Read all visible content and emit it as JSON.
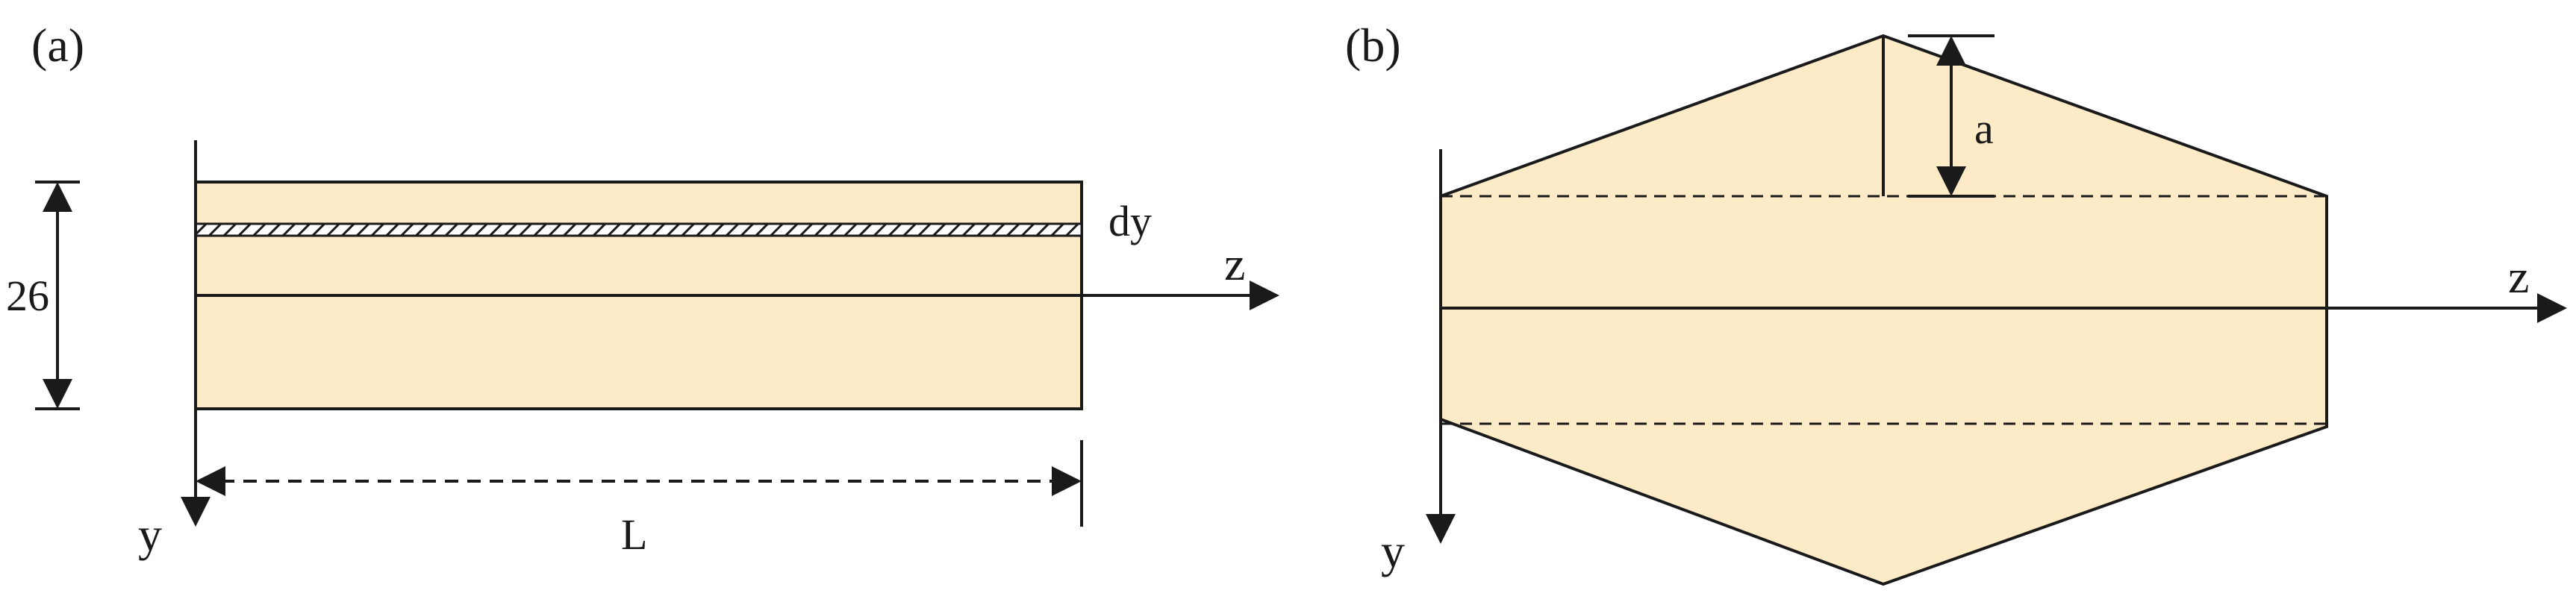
{
  "panel_a": {
    "label": "(a)",
    "height_label": "26",
    "strip_label": "dy",
    "length_label": "L",
    "axis_z": "z",
    "axis_y": "y"
  },
  "panel_b": {
    "label": "(b)",
    "offset_label": "a",
    "axis_z": "z",
    "axis_y": "y"
  },
  "colors": {
    "fill": "#fdebc8",
    "line": "#1a1a1a",
    "background": "#ffffff"
  }
}
